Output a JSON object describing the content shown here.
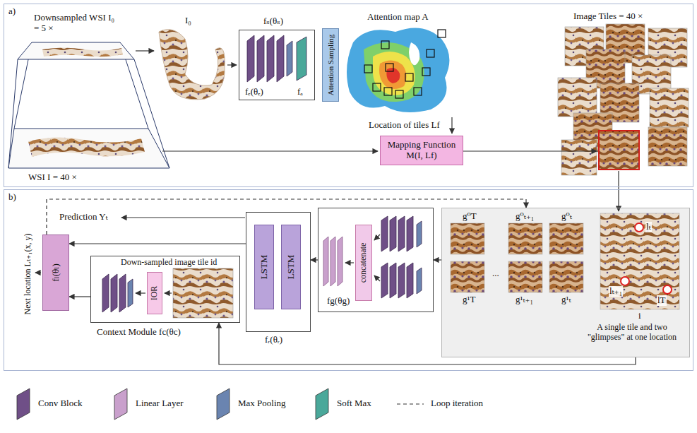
{
  "diagram": {
    "nodes": [
      {
        "text": [
          "a)"
        ]
      },
      {
        "text": [
          "fₛ(θₛ)",
          "fₑ(θₑ)",
          "fₐ"
        ],
        "in": 0
      },
      {
        "text": [
          "Attention Sampling"
        ],
        "in": 0
      },
      {
        "text": [
          "Mapping Function",
          "M(I, Lf)"
        ],
        "in": 0
      },
      {
        "text": [
          "b)"
        ]
      },
      {
        "text": [
          "fₗ(θₗ)"
        ],
        "in": 4
      },
      {
        "text": [
          "Down-sampled image tile id",
          "Context Module fc(θc)"
        ],
        "in": 4
      },
      {
        "text": [
          "IOR"
        ],
        "in": 6
      },
      {
        "text": [
          "fᵣ(θᵣ)"
        ],
        "in": 4
      },
      {
        "text": [
          "LSTM"
        ],
        "in": 8
      },
      {
        "text": [
          "LSTM"
        ],
        "in": 8
      },
      {
        "text": [
          "fg(θg)"
        ],
        "in": 4
      },
      {
        "text": [
          "concatenate"
        ],
        "in": 11
      },
      {
        "text": [
          "A single tile and two \"glimpses\" at one location"
        ],
        "in": 4
      }
    ],
    "edges": [
      {
        "from": 13,
        "to": 11,
        "arrow": "to"
      },
      {
        "from": 11,
        "to": 8,
        "arrow": "to"
      },
      {
        "from": 8,
        "to": 5,
        "arrow": "to"
      },
      {
        "from": 6,
        "to": 5,
        "arrow": "to"
      },
      {
        "from": 13,
        "to": 6,
        "arrow": "to"
      },
      {
        "from": 5,
        "to": 13,
        "arrow": "to"
      }
    ],
    "labels": [
      "Downsampled WSI I₀ = 5 ×",
      "WSI I = 40 ×",
      "I₀",
      "Attention map A",
      "Image Tiles = 40 ×",
      "Location of tiles Lf",
      "Prediction Yₜ",
      "Next location Lₜ₊₁(x, y)",
      "g⁰T",
      "g¹T",
      "...",
      "g⁰ₜ₊₁",
      "g¹ₜ₊₁",
      "g⁰ₜ",
      "g¹ₜ",
      "lₜ",
      "lₜ₊₁",
      "lT",
      "i"
    ],
    "legend": [
      {
        "text": "Conv Block",
        "color": "#6f4f87"
      },
      {
        "text": "Linear Layer",
        "color": "#c9a0cc"
      },
      {
        "text": "Max Pooling",
        "color": "#6a84b0"
      },
      {
        "text": "Soft Max",
        "color": "#4aa89a"
      },
      {
        "text": "Loop iteration"
      }
    ]
  }
}
